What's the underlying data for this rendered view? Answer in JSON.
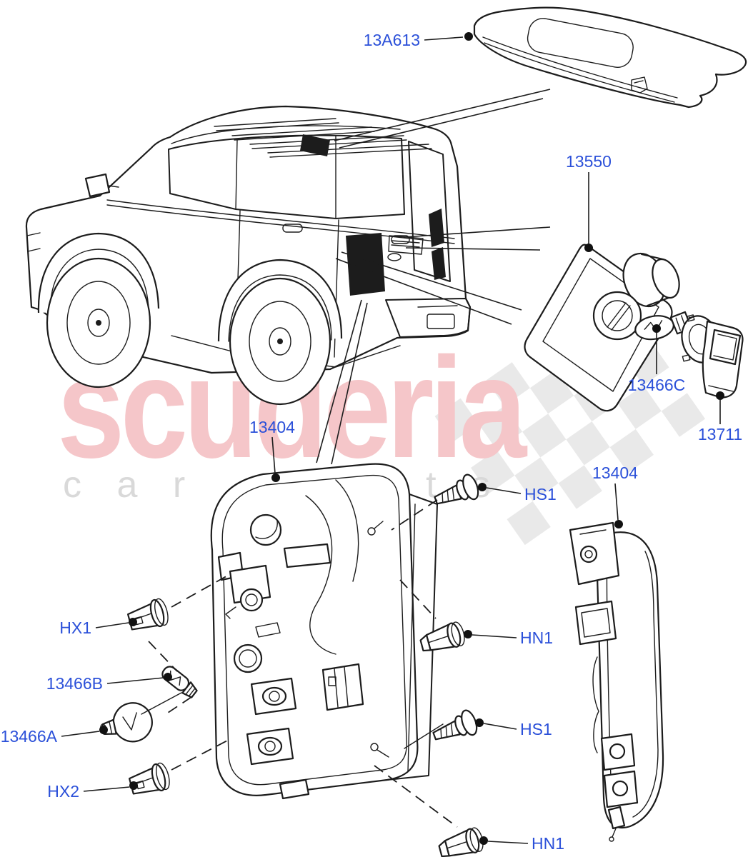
{
  "diagram_type": "vehicle-parts-exploded-diagram",
  "subject": "rear lamps and high mounted stop lamp",
  "colors": {
    "label_blue": "#2b50d9",
    "line_ink": "#1c1c1c",
    "watermark_word_pink": "#f5c6c9",
    "watermark_sub_gray": "#d9d9d9",
    "flag_gray": "#e9e9e9",
    "background": "#ffffff"
  },
  "watermark": {
    "word": "scuderia",
    "subtitle": "car parts"
  },
  "labels": [
    {
      "id": "13A613",
      "text": "13A613"
    },
    {
      "id": "13550",
      "text": "13550"
    },
    {
      "id": "13466C",
      "text": "13466C"
    },
    {
      "id": "13711",
      "text": "13711"
    },
    {
      "id": "13404-main",
      "text": "13404"
    },
    {
      "id": "HS1-upper",
      "text": "HS1"
    },
    {
      "id": "13404-right",
      "text": "13404"
    },
    {
      "id": "HX1",
      "text": "HX1"
    },
    {
      "id": "HN1-upper",
      "text": "HN1"
    },
    {
      "id": "13466B",
      "text": "13466B"
    },
    {
      "id": "13466A",
      "text": "13466A"
    },
    {
      "id": "HS1-lower",
      "text": "HS1"
    },
    {
      "id": "HX2",
      "text": "HX2"
    },
    {
      "id": "HN1-lower",
      "text": "HN1"
    }
  ]
}
